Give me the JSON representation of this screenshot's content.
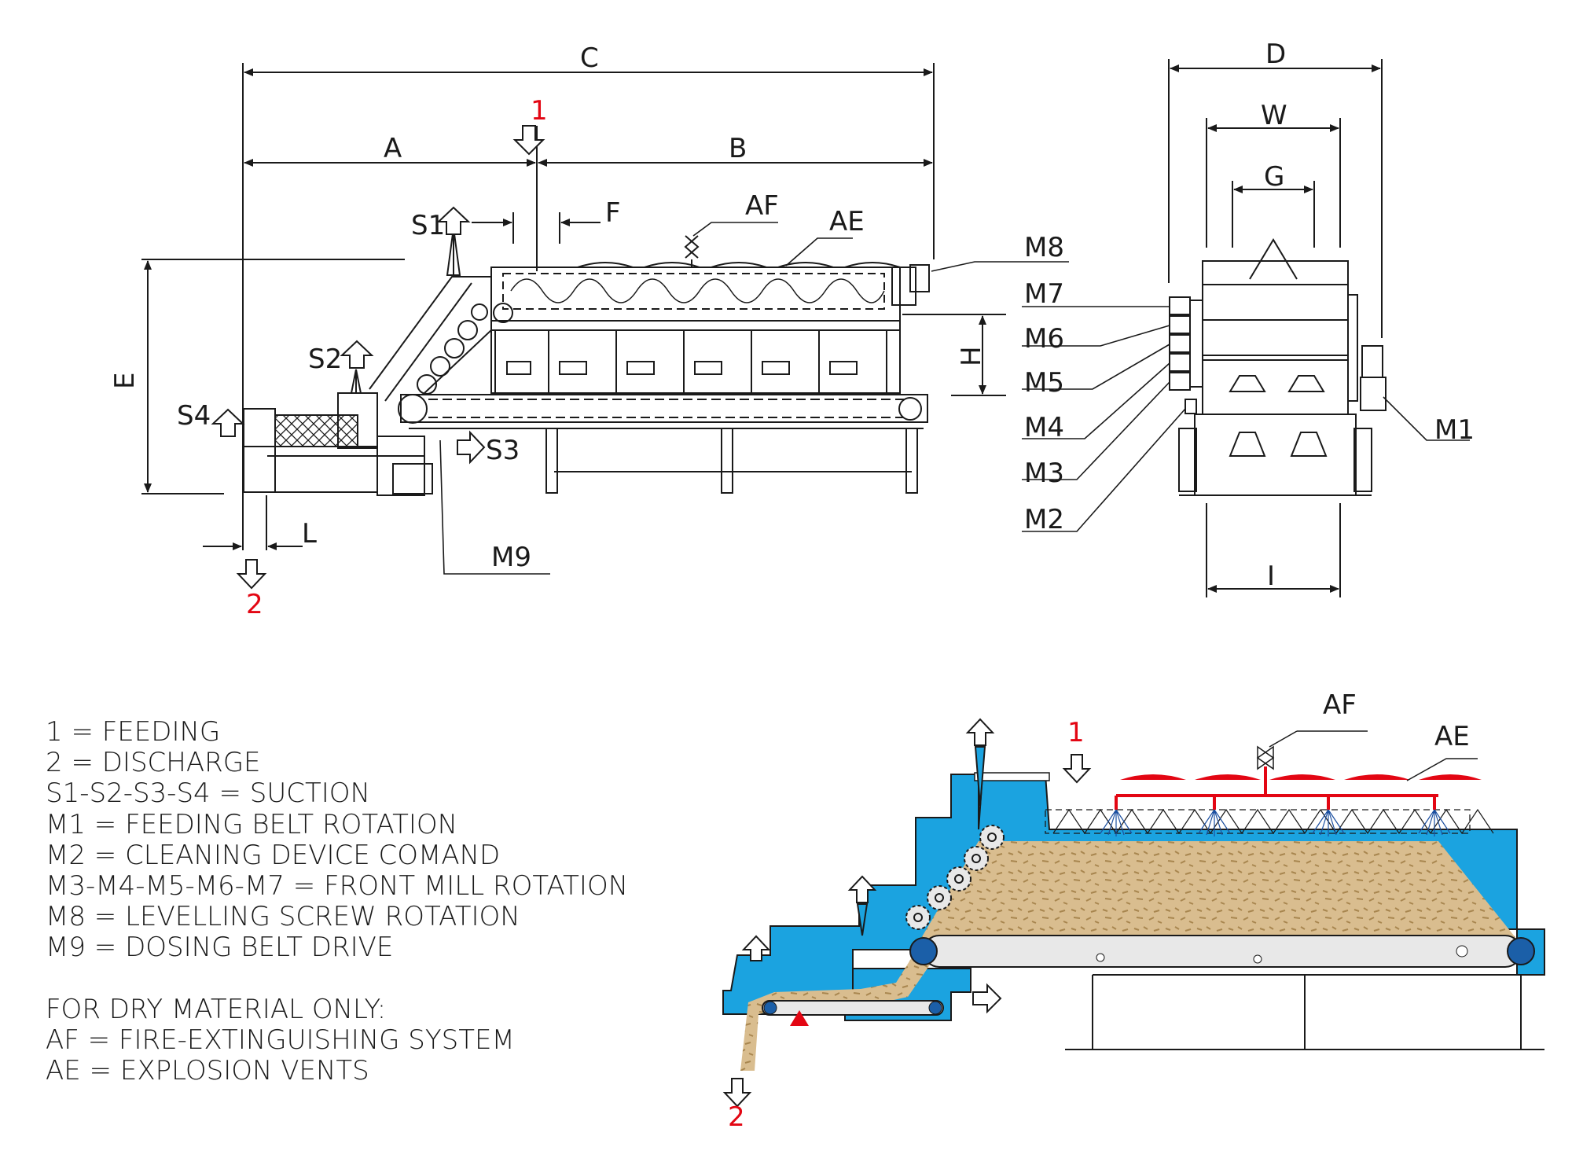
{
  "top_view": {
    "dims": {
      "A": "A",
      "B": "B",
      "C": "C",
      "D": "D",
      "E": "E",
      "F": "F",
      "G": "G",
      "H": "H",
      "I": "I",
      "L": "L",
      "W": "W"
    },
    "callouts": {
      "S1": "S1",
      "S2": "S2",
      "S3": "S3",
      "S4": "S4",
      "AF": "AF",
      "AE": "AE",
      "M9": "M9"
    },
    "feed_mark": "1",
    "discharge_mark": "2",
    "motors": [
      "M8",
      "M7",
      "M6",
      "M5",
      "M4",
      "M3",
      "M2",
      "M1"
    ]
  },
  "section_view": {
    "feed_mark": "1",
    "discharge_mark": "2",
    "AF": "AF",
    "AE": "AE"
  },
  "legend": {
    "items": [
      "1 = FEEDING",
      "2 = DISCHARGE",
      "S1-S2-S3-S4 = SUCTION",
      "M1 = FEEDING BELT ROTATION",
      "M2 = CLEANING DEVICE COMAND",
      "M3-M4-M5-M6-M7 = FRONT MILL ROTATION",
      "M8 = LEVELLING SCREW ROTATION",
      "M9 = DOSING BELT DRIVE"
    ],
    "dry_header": "FOR DRY MATERIAL ONLY:",
    "dry_items": [
      "AF = FIRE-EXTINGUISHING SYSTEM",
      "AE = EXPLOSION VENTS"
    ]
  },
  "colors": {
    "machine_blue": "#1ba3e0",
    "material": "#d8b98a",
    "accent_red": "#e30613",
    "line": "#1a1a1a"
  }
}
